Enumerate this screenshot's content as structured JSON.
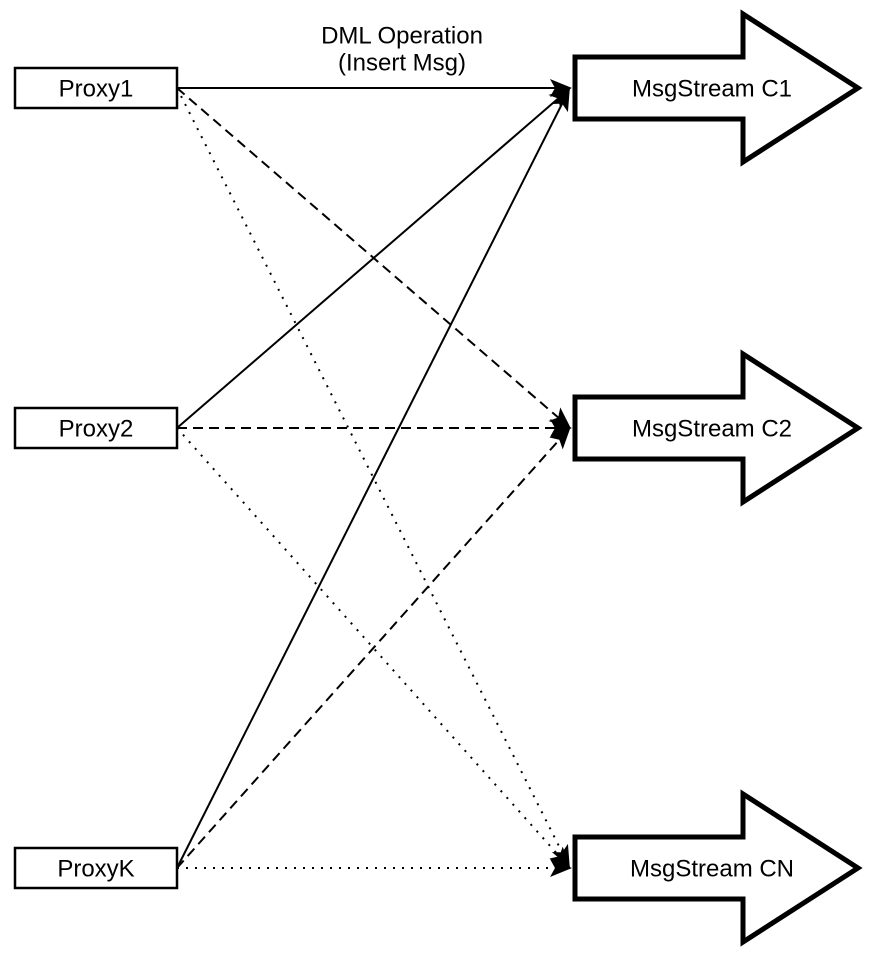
{
  "diagram": {
    "background_color": "#ffffff",
    "stroke_color": "#000000",
    "annotation": {
      "line1": "DML Operation",
      "line2": "(Insert Msg)"
    },
    "proxies": [
      {
        "id": "proxy1",
        "label": "Proxy1"
      },
      {
        "id": "proxy2",
        "label": "Proxy2"
      },
      {
        "id": "proxyk",
        "label": "ProxyK"
      }
    ],
    "streams": [
      {
        "id": "c1",
        "label": "MsgStream C1"
      },
      {
        "id": "c2",
        "label": "MsgStream C2"
      },
      {
        "id": "cn",
        "label": "MsgStream CN"
      }
    ],
    "connections": [
      {
        "from": "Proxy1",
        "to": "MsgStream C1",
        "line_style": "solid"
      },
      {
        "from": "Proxy2",
        "to": "MsgStream C1",
        "line_style": "solid"
      },
      {
        "from": "ProxyK",
        "to": "MsgStream C1",
        "line_style": "solid"
      },
      {
        "from": "Proxy1",
        "to": "MsgStream C2",
        "line_style": "dashed"
      },
      {
        "from": "Proxy2",
        "to": "MsgStream C2",
        "line_style": "dashed"
      },
      {
        "from": "ProxyK",
        "to": "MsgStream C2",
        "line_style": "dashed"
      },
      {
        "from": "Proxy1",
        "to": "MsgStream CN",
        "line_style": "dotted"
      },
      {
        "from": "Proxy2",
        "to": "MsgStream CN",
        "line_style": "dotted"
      },
      {
        "from": "ProxyK",
        "to": "MsgStream CN",
        "line_style": "dotted"
      }
    ]
  }
}
